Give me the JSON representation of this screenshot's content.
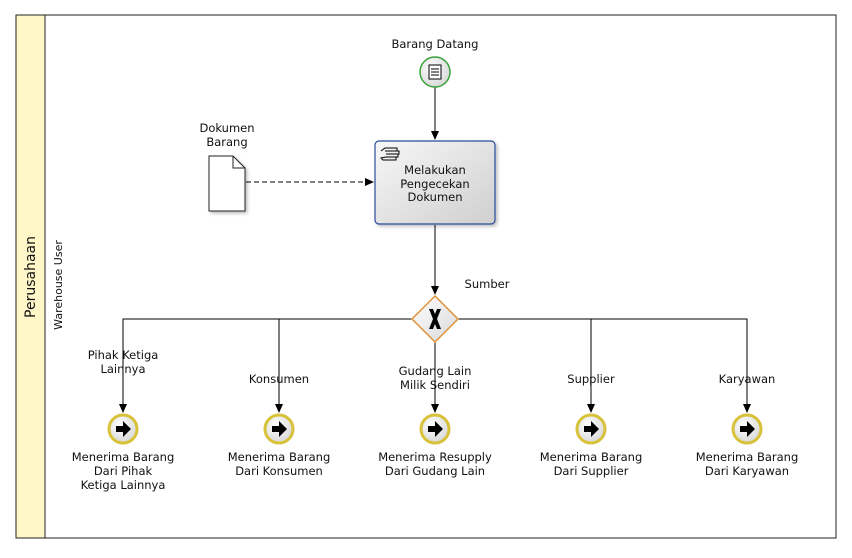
{
  "pool": {
    "label": "Perusahaan"
  },
  "lane": {
    "label": "Warehouse User"
  },
  "start_event": {
    "label": "Barang Datang",
    "icon": "message-start-icon",
    "color": "#3aa23a"
  },
  "data_object": {
    "label_line1": "Dokumen",
    "label_line2": "Barang",
    "icon": "document-icon"
  },
  "task": {
    "label_line1": "Melakukan",
    "label_line2": "Pengecekan",
    "label_line3": "Dokumen",
    "icon": "manual-task-hand-icon",
    "border_color": "#2a4d9b"
  },
  "gateway": {
    "label": "Sumber",
    "icon": "exclusive-gateway-x-icon",
    "color": "#e0913a"
  },
  "branches": [
    {
      "flow_line1": "Pihak Ketiga",
      "flow_line2": "Lainnya",
      "end_line1": "Menerima Barang",
      "end_line2": "Dari Pihak",
      "end_line3": "Ketiga Lainnya"
    },
    {
      "flow_line1": "",
      "flow_line2": "Konsumen",
      "end_line1": "Menerima Barang",
      "end_line2": "Dari Konsumen",
      "end_line3": ""
    },
    {
      "flow_line1": "Gudang Lain",
      "flow_line2": "Milik Sendiri",
      "end_line1": "Menerima Resupply",
      "end_line2": "Dari Gudang Lain",
      "end_line3": ""
    },
    {
      "flow_line1": "",
      "flow_line2": "Supplier",
      "end_line1": "Menerima Barang",
      "end_line2": "Dari Supplier",
      "end_line3": ""
    },
    {
      "flow_line1": "",
      "flow_line2": "Karyawan",
      "end_line1": "Menerima Barang",
      "end_line2": "Dari Karyawan",
      "end_line3": ""
    }
  ],
  "end_event_icon": "link-throw-arrow-icon",
  "end_event_color": "#d8c23a"
}
